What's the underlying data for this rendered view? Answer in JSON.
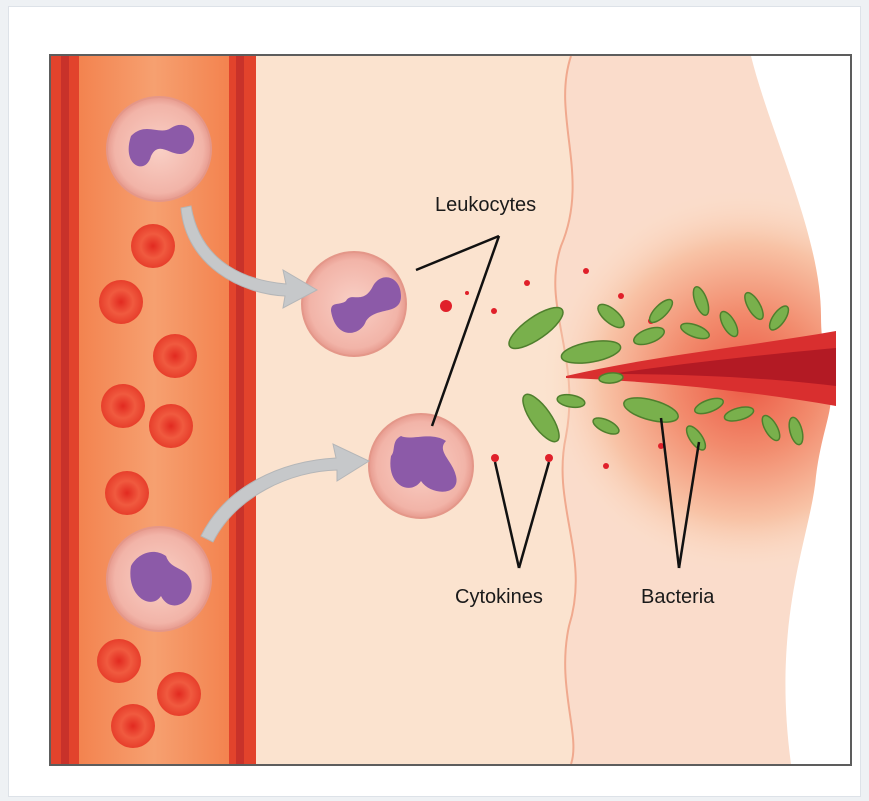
{
  "labels": {
    "leukocytes": "Leukocytes",
    "cytokines": "Cytokines",
    "bacteria": "Bacteria"
  },
  "colors": {
    "vessel": "#e2432c",
    "vessel_lumen": "#ee7a4f",
    "tissue": "#fbe3cf",
    "inflamed": "#f38a6a",
    "wound": "#d0202a",
    "leukocyte": "#f4bcb4",
    "nucleus": "#8c5aa8",
    "red_blood_cell": "#e53b2d",
    "bacterium": "#79b04c",
    "cytokine": "#e0202a",
    "arrow": "#c6c8ca"
  },
  "icons": [
    "leukocyte-icon",
    "red-blood-cell-icon",
    "bacterium-icon",
    "cytokine-dot-icon",
    "migration-arrow-icon"
  ]
}
